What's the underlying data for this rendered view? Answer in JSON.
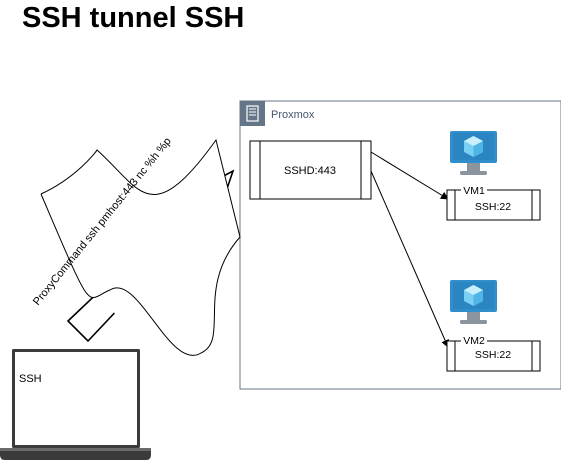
{
  "title": "SSH tunnel SSH",
  "proxmox": {
    "label": "Proxmox",
    "icon": "server-rack-icon",
    "accent": "#647687"
  },
  "sshd": {
    "label": "SSHD:443"
  },
  "vms": [
    {
      "name": "VM1",
      "service": "SSH:22",
      "icon": "virtual-machine-icon"
    },
    {
      "name": "VM2",
      "service": "SSH:22",
      "icon": "virtual-machine-icon"
    }
  ],
  "proxy_command": "ProxyCommand ssh pmhost:443 nc %h %p",
  "laptop": {
    "label": "SSH",
    "icon": "laptop-icon"
  },
  "colors": {
    "monitor_blue": "#2f8ecb",
    "cube": "#7ad0f3",
    "stand_gray": "#8c959e"
  }
}
